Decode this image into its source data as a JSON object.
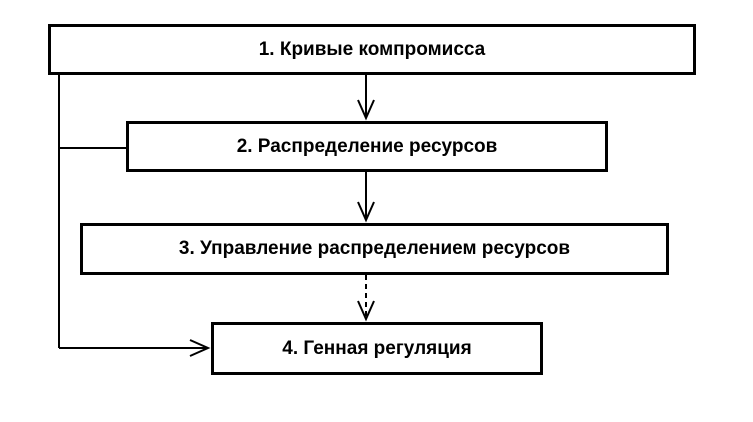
{
  "diagram": {
    "nodes": [
      {
        "id": "1",
        "label": "1. Кривые компромисса"
      },
      {
        "id": "2",
        "label": "2. Распределение ресурсов"
      },
      {
        "id": "3",
        "label": "3. Управление распределением ресурсов"
      },
      {
        "id": "4",
        "label": "4. Генная регуляция"
      }
    ],
    "edges": [
      {
        "from": "1",
        "to": "2",
        "style": "solid"
      },
      {
        "from": "2",
        "to": "3",
        "style": "solid"
      },
      {
        "from": "3",
        "to": "4",
        "style": "dashed"
      },
      {
        "from": "1",
        "to": "4",
        "style": "solid",
        "route": "left-bypass"
      },
      {
        "from": "2",
        "to": "left-bypass",
        "style": "solid",
        "arrowhead": false
      }
    ],
    "colors": {
      "stroke": "#000000",
      "background": "#ffffff"
    }
  }
}
